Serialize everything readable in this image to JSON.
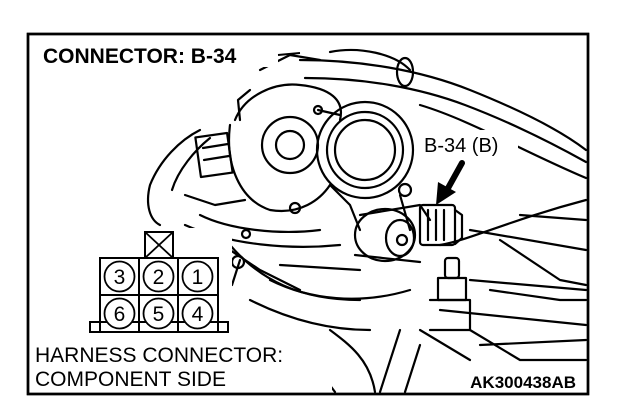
{
  "title": "CONNECTOR: B-34",
  "callout_label": "B-34 (B)",
  "connector_pins": {
    "top_row": [
      "3",
      "2",
      "1"
    ],
    "bottom_row": [
      "6",
      "5",
      "4"
    ]
  },
  "caption_line1": "HARNESS CONNECTOR:",
  "caption_line2": "COMPONENT SIDE",
  "figure_code": "AK300438AB",
  "colors": {
    "ink": "#000000",
    "paper": "#ffffff"
  }
}
